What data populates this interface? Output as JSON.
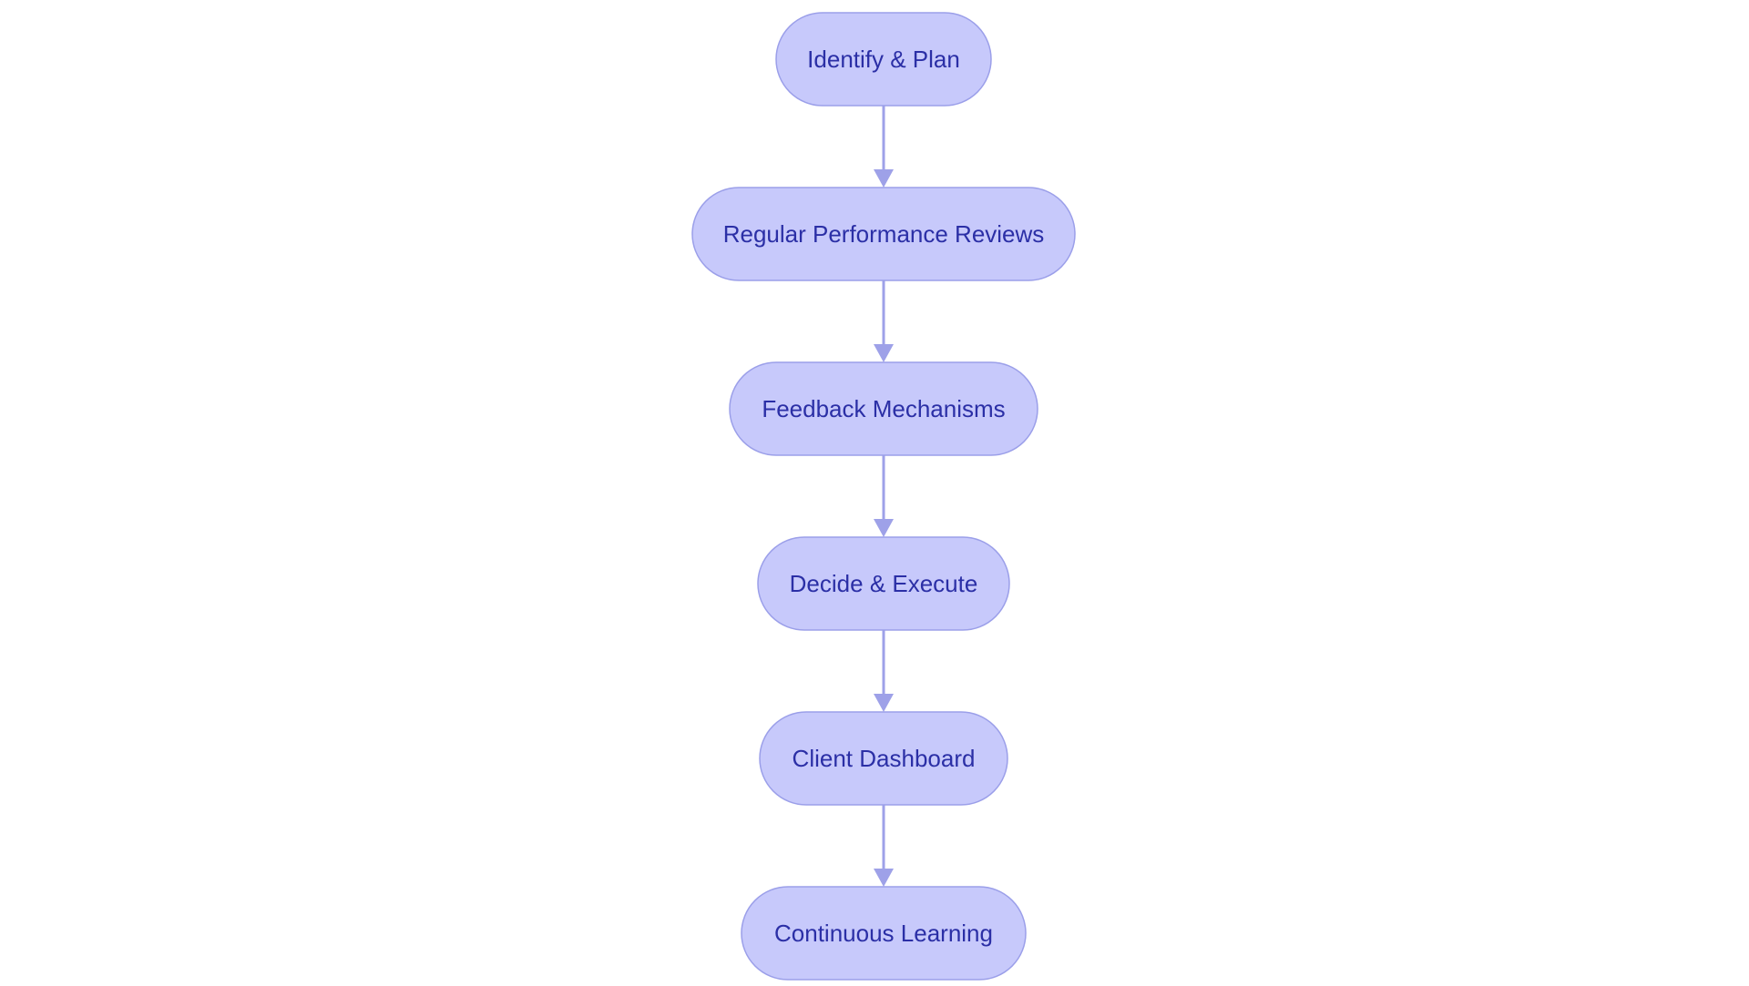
{
  "diagram": {
    "colors": {
      "node_fill": "#c7c9fb",
      "node_stroke": "#9b9fe9",
      "edge": "#9ea1e8",
      "text": "#2b2fa6",
      "background": "#ffffff"
    },
    "nodes": [
      {
        "id": "identify-plan",
        "label": "Identify & Plan"
      },
      {
        "id": "regular-performance-reviews",
        "label": "Regular Performance Reviews"
      },
      {
        "id": "feedback-mechanisms",
        "label": "Feedback Mechanisms"
      },
      {
        "id": "decide-execute",
        "label": "Decide & Execute"
      },
      {
        "id": "client-dashboard",
        "label": "Client Dashboard"
      },
      {
        "id": "continuous-learning",
        "label": "Continuous Learning"
      }
    ],
    "edges": [
      {
        "from": "identify-plan",
        "to": "regular-performance-reviews"
      },
      {
        "from": "regular-performance-reviews",
        "to": "feedback-mechanisms"
      },
      {
        "from": "feedback-mechanisms",
        "to": "decide-execute"
      },
      {
        "from": "decide-execute",
        "to": "client-dashboard"
      },
      {
        "from": "client-dashboard",
        "to": "continuous-learning"
      }
    ]
  }
}
